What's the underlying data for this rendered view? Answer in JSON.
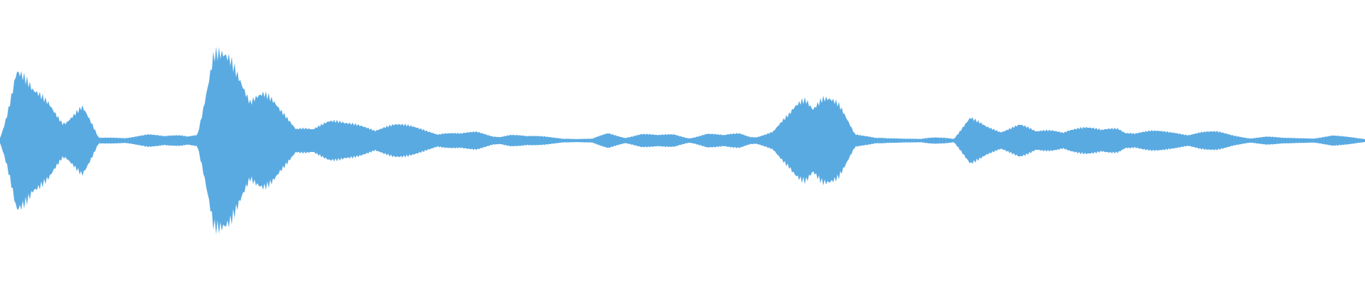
{
  "waveform": {
    "color": "#5aaae2",
    "background": "#ffffff",
    "amplitude_envelope": [
      0.05,
      0.85,
      0.55,
      0.48,
      0.3,
      0.4,
      0.03,
      0.04,
      0.05,
      0.07,
      0.05,
      0.08,
      0.08,
      0.95,
      0.95,
      0.78,
      0.62,
      0.34,
      0.14,
      0.22,
      0.24,
      0.19,
      0.19,
      0.19,
      0.19,
      0.16,
      0.13,
      0.11,
      0.08,
      0.1,
      0.06,
      0.08,
      0.05,
      0.05,
      0.04,
      0.02,
      0.02,
      0.09,
      0.05,
      0.08,
      0.06,
      0.08,
      0.04,
      0.08,
      0.06,
      0.1,
      0.05,
      0.1,
      0.3,
      0.62,
      0.6,
      0.4,
      0.07,
      0.06,
      0.03,
      0.02,
      0.02,
      0.06,
      0.02,
      0.25,
      0.18,
      0.16,
      0.19,
      0.1,
      0.14,
      0.16,
      0.15,
      0.12,
      0.18,
      0.1,
      0.11,
      0.1,
      0.1,
      0.11,
      0.1,
      0.06,
      0.04,
      0.05,
      0.03,
      0.03,
      0.04,
      0.06,
      0.04,
      0.02
    ]
  }
}
